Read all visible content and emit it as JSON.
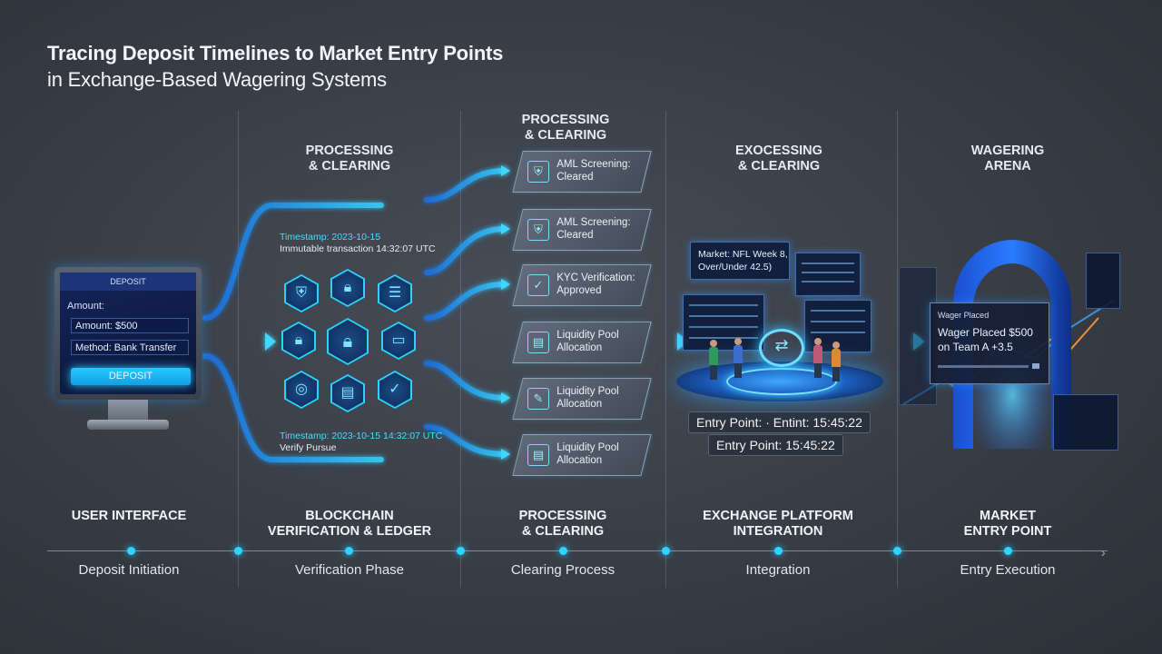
{
  "title": {
    "line1": "Tracing Deposit Timelines to Market Entry Points",
    "line2": "in Exchange-Based Wagering Systems"
  },
  "column_headers": [
    "PROCESSING\n& CLEARING",
    "PROCESSING\n& CLEARING",
    "EXOCESSING\n& CLEARING",
    "WAGERING\nARENA"
  ],
  "deposit_form": {
    "header": "DEPOSIT",
    "amount_label": "Amount:",
    "amount_value": "Amount: $500",
    "method_value": "Method: Bank Transfer",
    "button": "DEPOSIT"
  },
  "blockchain": {
    "ts1_line1": "Timestamp: 2023-10-15",
    "ts1_line2": "Immutable transaction 14:32:07 UTC",
    "ts2_line1": "Timestamp: 2023-10-15 14:32:07 UTC",
    "ts2_line2": "Verify Pursue"
  },
  "cards": [
    {
      "text": "AML Screening:\nCleared",
      "icon": "shield-icon"
    },
    {
      "text": "AML Screening:\nCleared",
      "icon": "shield-icon"
    },
    {
      "text": "KYC Verification:\nApproved",
      "icon": "shield-check-icon"
    },
    {
      "text": "Liquidity Pool\nAllocation",
      "icon": "document-icon"
    },
    {
      "text": "Liquidity Pool\nAllocation",
      "icon": "pen-document-icon"
    },
    {
      "text": "Liquidity Pool\nAllocation",
      "icon": "document-icon"
    }
  ],
  "exchange": {
    "market_text": "Market: NFL Week 8,\nOver/Under 42.5)",
    "entry1": "Entry Point: · Entint: 15:45:22",
    "entry2": "Entry Point: 15:45:22"
  },
  "wager": {
    "header": "Wager Placed",
    "text": "Wager Placed $500\non Team A +3.5"
  },
  "stages": [
    "USER INTERFACE",
    "BLOCKCHAIN\nVERIFICATION & LEDGER",
    "PROCESSING\n& CLEARING",
    "EXCHANGE PLATFORM\nINTEGRATION",
    "MARKET\nENTRY POINT"
  ],
  "phases": [
    "Deposit Initiation",
    "Verification Phase",
    "Clearing Process",
    "Integration",
    "Entry Execution"
  ],
  "colors": {
    "accent": "#27d4ff",
    "flow": "#1e8fff",
    "background": "#3a3f47"
  }
}
